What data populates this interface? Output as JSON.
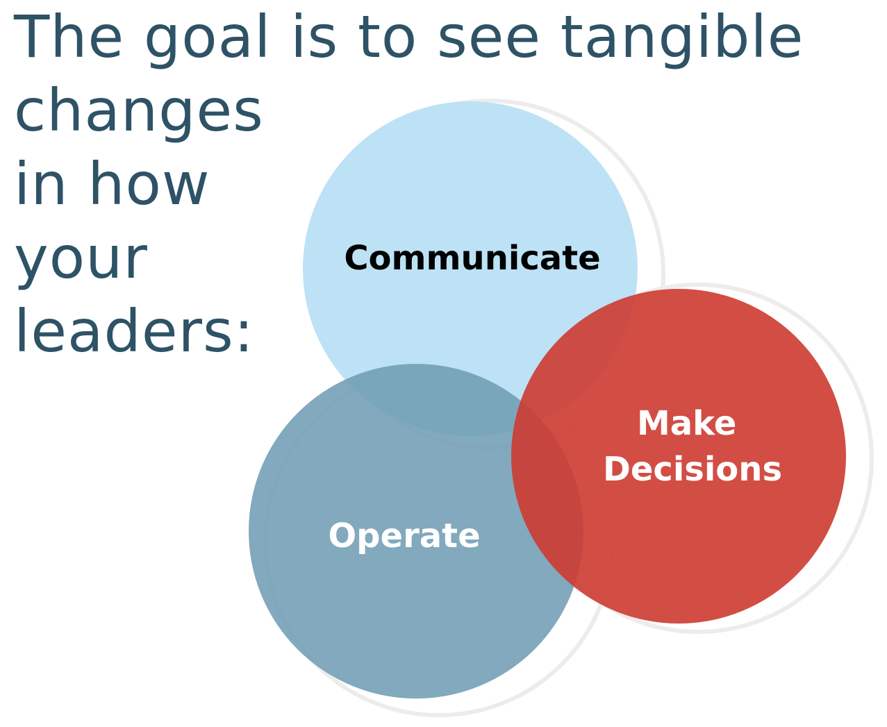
{
  "heading": {
    "lines": [
      "The goal is to see tangible",
      "changes",
      "in how",
      "your",
      "leaders:"
    ]
  },
  "diagram": {
    "circles": [
      {
        "id": "communicate",
        "label_lines": [
          "Communicate"
        ],
        "fill": "#bde2f5",
        "text_color": "#000000"
      },
      {
        "id": "operate",
        "label_lines": [
          "Operate"
        ],
        "fill": "#6f9cb3",
        "text_color": "#ffffff"
      },
      {
        "id": "decisions",
        "label_lines": [
          "Make",
          "Decisions"
        ],
        "fill": "#cd3b31",
        "text_color": "#ffffff"
      }
    ],
    "colors": {
      "heading_text": "#2e5266",
      "shadow_ring": "#eeeceb"
    }
  }
}
